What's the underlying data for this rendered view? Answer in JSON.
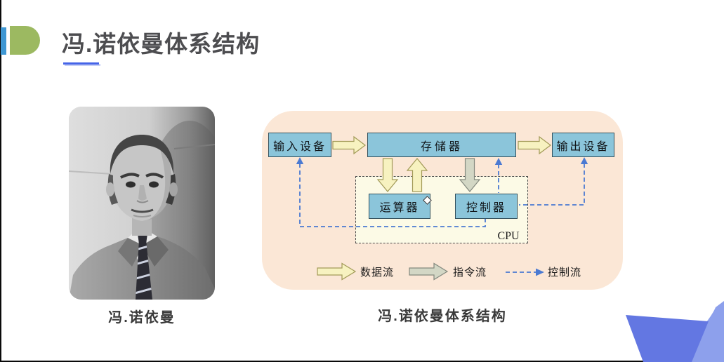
{
  "slide": {
    "title": "冯.诺依曼体系结构",
    "colors": {
      "title_text": "#4d4d50",
      "underline": "#4564e8",
      "logo_blue": "#3e97d3",
      "logo_green": "#9cb961",
      "corner_blue_dark": "#6377e2",
      "corner_blue_light": "#8da0ec"
    }
  },
  "portrait": {
    "caption": "冯.诺依曼"
  },
  "diagram": {
    "caption": "冯.诺依曼体系结构",
    "colors": {
      "card_bg": "#fbe7d6",
      "cpu_region_bg": "#fcfae6",
      "box_fill": "#8bc5da",
      "data_flow_arrow": "#f7f2c0",
      "instruction_flow_arrow": "#d3d7c5",
      "control_flow_line": "#4b7ad2"
    },
    "boxes": {
      "input": "输入设备",
      "memory": "存储器",
      "output": "输出设备",
      "alu": "运算器",
      "cu": "控制器",
      "cpu_label": "CPU"
    },
    "legend": [
      {
        "label": "数据流"
      },
      {
        "label": "指令流"
      },
      {
        "label": "控制流"
      }
    ]
  }
}
